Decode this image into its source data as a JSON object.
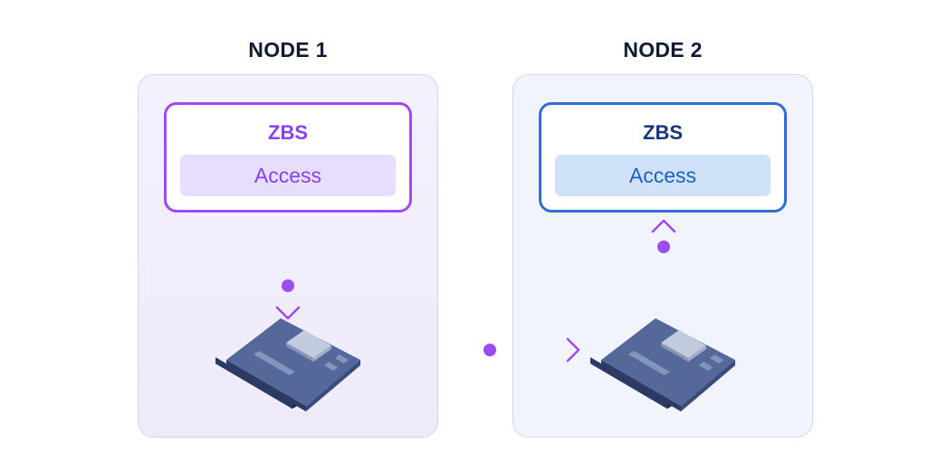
{
  "nodes": [
    {
      "title": "NODE 1",
      "service": "ZBS",
      "component": "Access"
    },
    {
      "title": "NODE 2",
      "service": "ZBS",
      "component": "Access"
    }
  ],
  "colors": {
    "node1_accent": "#9b4cf2",
    "node2_accent": "#2f6fd3",
    "card_body": "#3d4f7a",
    "card_top": "#5b6e9e",
    "chip": "#b8c2d8"
  },
  "icons": [
    "network-card-icon",
    "network-card-icon",
    "arrow-down-icon",
    "arrow-right-icon",
    "arrow-up-icon"
  ]
}
